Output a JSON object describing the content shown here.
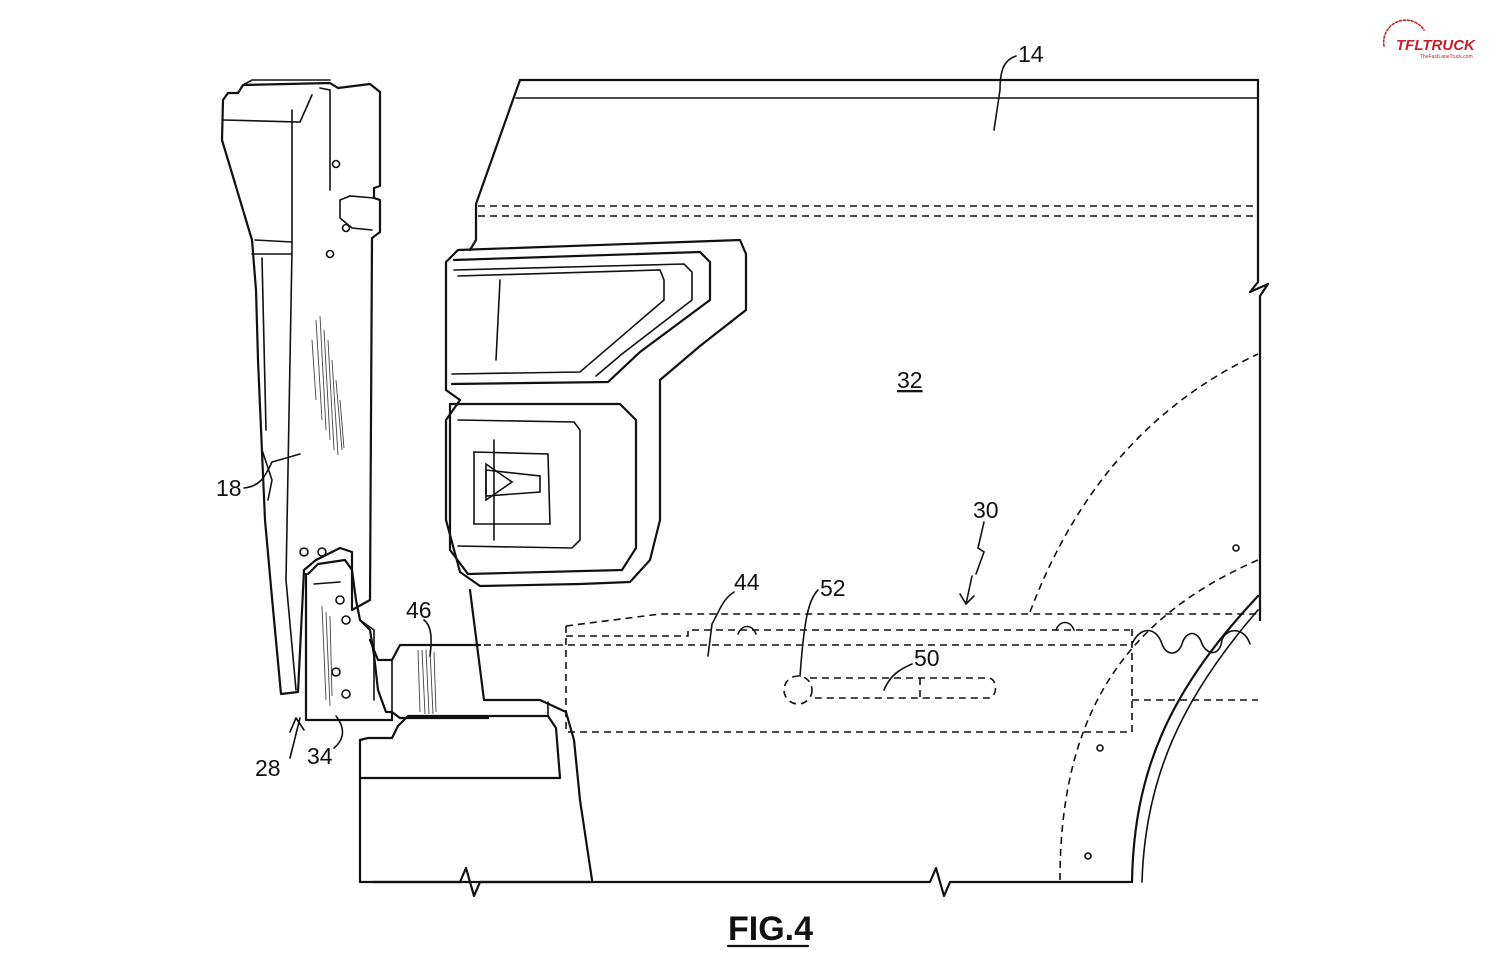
{
  "figure": {
    "label": "FIG.4"
  },
  "reference_numerals": {
    "n14": "14",
    "n18": "18",
    "n28": "28",
    "n30": "30",
    "n32": "32",
    "n34": "34",
    "n44": "44",
    "n46": "46",
    "n50": "50",
    "n52": "52"
  },
  "watermark": {
    "text": "TFLTRUCK",
    "sub": "TheFastLaneTruck.com",
    "color": "#c8202a"
  },
  "colors": {
    "line": "#111111",
    "background": "#ffffff"
  }
}
